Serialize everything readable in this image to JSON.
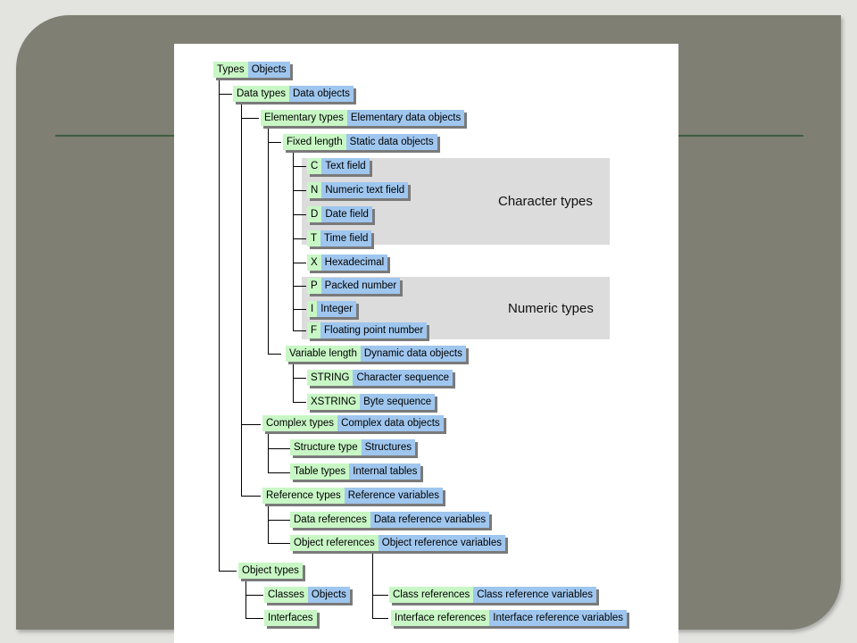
{
  "diagram": {
    "root": {
      "type": "Types",
      "object": "Objects"
    },
    "data_types": {
      "type": "Data types",
      "object": "Data objects"
    },
    "elementary": {
      "type": "Elementary types",
      "object": "Elementary data objects"
    },
    "fixed": {
      "type": "Fixed length",
      "object": "Static data objects"
    },
    "c": {
      "type": "C",
      "object": "Text field"
    },
    "n": {
      "type": "N",
      "object": "Numeric text field"
    },
    "d": {
      "type": "D",
      "object": "Date field"
    },
    "t": {
      "type": "T",
      "object": "Time field"
    },
    "x": {
      "type": "X",
      "object": "Hexadecimal"
    },
    "p": {
      "type": "P",
      "object": "Packed number"
    },
    "i": {
      "type": "I",
      "object": "Integer"
    },
    "f": {
      "type": "F",
      "object": "Floating point number"
    },
    "variable": {
      "type": "Variable length",
      "object": "Dynamic data objects"
    },
    "string": {
      "type": "STRING",
      "object": "Character sequence"
    },
    "xstring": {
      "type": "XSTRING",
      "object": "Byte sequence"
    },
    "complex": {
      "type": "Complex types",
      "object": "Complex data objects"
    },
    "structure": {
      "type": "Structure type",
      "object": "Structures"
    },
    "table": {
      "type": "Table types",
      "object": "Internal tables"
    },
    "reference": {
      "type": "Reference types",
      "object": "Reference variables"
    },
    "data_ref": {
      "type": "Data references",
      "object": "Data reference variables"
    },
    "object_ref": {
      "type": "Object references",
      "object": "Object reference variables"
    },
    "object_types": {
      "type": "Object types"
    },
    "classes": {
      "type": "Classes",
      "object": "Objects"
    },
    "interfaces": {
      "type": "Interfaces"
    },
    "class_ref": {
      "type": "Class references",
      "object": "Class reference variables"
    },
    "interface_ref": {
      "type": "Interface references",
      "object": "Interface reference variables"
    },
    "groups": {
      "character_types": "Character types",
      "numeric_types": "Numeric types"
    }
  },
  "colors": {
    "type_box": "#c8f7c5",
    "object_box": "#9fc6ee",
    "slide_bg": "#7f7f74",
    "rule": "#3f5e3f"
  }
}
